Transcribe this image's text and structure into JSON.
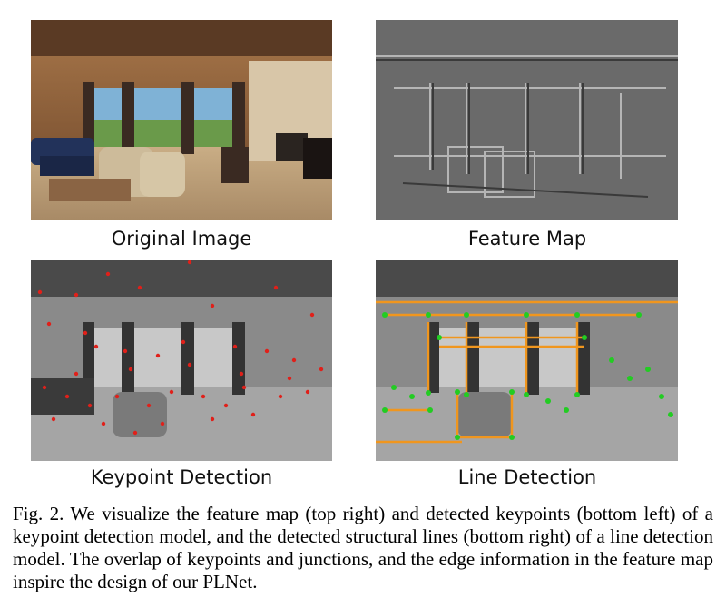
{
  "figure": {
    "panels": [
      {
        "id": "original",
        "label": "Original Image"
      },
      {
        "id": "feature",
        "label": "Feature Map"
      },
      {
        "id": "keypoint",
        "label": "Keypoint Detection"
      },
      {
        "id": "line",
        "label": "Line Detection"
      }
    ],
    "caption": "Fig. 2.  We visualize the feature map (top right) and detected keypoints (bottom left) of a keypoint detection model, and the detected structural lines (bottom right) of a line detection model. The overlap of keypoints and junctions, and the edge information in the feature map inspire the design of our PLNet."
  },
  "colors": {
    "keypoint": "#e0201a",
    "line": "#f0961e",
    "junction": "#22cc22"
  }
}
